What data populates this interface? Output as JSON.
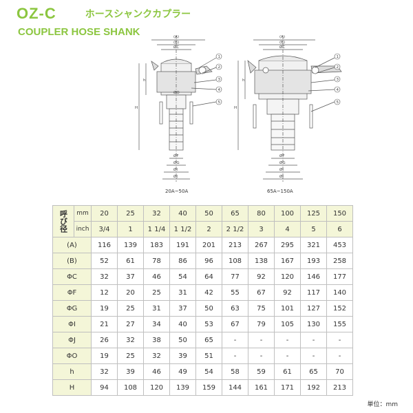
{
  "header": {
    "code": "OZ-C",
    "jp_title": "ホースシャンクカプラー",
    "en_title": "COUPLER HOSE SHANK"
  },
  "drawing": {
    "left_caption": "20A~50A",
    "right_caption": "65A~150A",
    "dims_top": [
      "(A)",
      "(B)",
      "ØC"
    ],
    "dims_bottom": [
      "ØF",
      "ØG",
      "ØI",
      "ØJ"
    ],
    "dim_o": "ØO",
    "dim_h": "h",
    "dim_H": "H",
    "callouts": [
      "1",
      "2",
      "3",
      "4",
      "5"
    ]
  },
  "table": {
    "nominal_label": "呼び径",
    "unit_mm": "mm",
    "unit_inch": "inch",
    "mm": [
      "20",
      "25",
      "32",
      "40",
      "50",
      "65",
      "80",
      "100",
      "125",
      "150"
    ],
    "inch": [
      "3/4",
      "1",
      "1 1/4",
      "1 1/2",
      "2",
      "2 1/2",
      "3",
      "4",
      "5",
      "6"
    ],
    "rows": [
      {
        "label": "(A)",
        "values": [
          "116",
          "139",
          "183",
          "191",
          "201",
          "213",
          "267",
          "295",
          "321",
          "453"
        ]
      },
      {
        "label": "(B)",
        "values": [
          "52",
          "61",
          "78",
          "86",
          "96",
          "108",
          "138",
          "167",
          "193",
          "258"
        ]
      },
      {
        "label": "ΦC",
        "values": [
          "32",
          "37",
          "46",
          "54",
          "64",
          "77",
          "92",
          "120",
          "146",
          "177"
        ]
      },
      {
        "label": "ΦF",
        "values": [
          "12",
          "20",
          "25",
          "31",
          "42",
          "55",
          "67",
          "92",
          "117",
          "140"
        ]
      },
      {
        "label": "ΦG",
        "values": [
          "19",
          "25",
          "31",
          "37",
          "50",
          "63",
          "75",
          "101",
          "127",
          "152"
        ]
      },
      {
        "label": "ΦI",
        "values": [
          "21",
          "27",
          "34",
          "40",
          "53",
          "67",
          "79",
          "105",
          "130",
          "155"
        ]
      },
      {
        "label": "ΦJ",
        "values": [
          "26",
          "32",
          "38",
          "50",
          "65",
          "-",
          "-",
          "-",
          "-",
          "-"
        ]
      },
      {
        "label": "ΦO",
        "values": [
          "19",
          "25",
          "32",
          "39",
          "51",
          "-",
          "-",
          "-",
          "-",
          "-"
        ]
      },
      {
        "label": "h",
        "values": [
          "32",
          "39",
          "46",
          "49",
          "54",
          "58",
          "59",
          "61",
          "65",
          "70"
        ]
      },
      {
        "label": "H",
        "values": [
          "94",
          "108",
          "120",
          "139",
          "159",
          "144",
          "161",
          "171",
          "192",
          "213"
        ]
      }
    ],
    "unit_note": "単位：mm"
  }
}
